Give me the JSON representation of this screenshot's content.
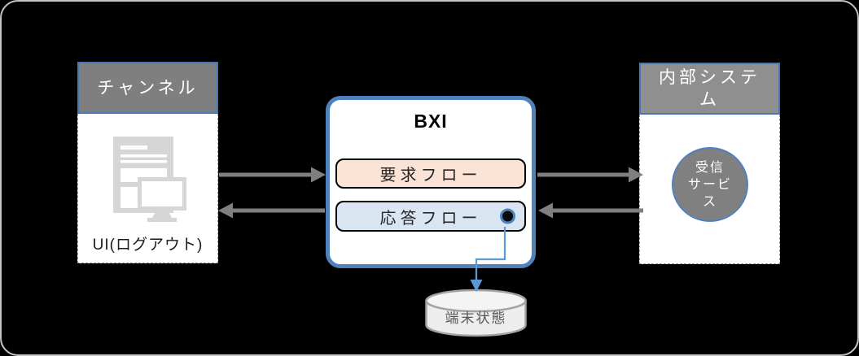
{
  "channel": {
    "header": "チャンネル",
    "device_label": "UI(ログアウト)"
  },
  "bxi": {
    "title": "BXI",
    "request_flow_label": "要求フロー",
    "response_flow_label": "応答フロー"
  },
  "internal_system": {
    "header": "内部システム",
    "service_lines": [
      "受信",
      "サービ",
      "ス"
    ]
  },
  "datastore": {
    "label": "端末状態"
  },
  "icons": {
    "channel_device": "devices-icon",
    "response_endpoint": "endpoint-circle-icon",
    "datastore_shape": "database-cylinder-icon"
  },
  "colors": {
    "background": "#000000",
    "frame_border": "#c4c4c4",
    "channel_header_fill": "#7f7f7f",
    "internal_header_fill": "#8f8f8f",
    "header_border_blue": "#4677b4",
    "bxi_border_blue": "#4f81bd",
    "request_fill": "#fbe3d5",
    "response_fill": "#d9e6f2",
    "arrow_gray": "#7f7f7f",
    "connector_blue": "#5b9bd5",
    "service_circle_fill": "#808080",
    "cylinder_fill": "#ededed",
    "cylinder_stroke": "#a3a3a3"
  }
}
